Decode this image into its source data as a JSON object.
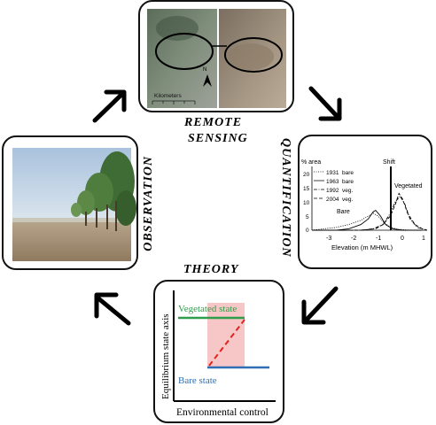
{
  "captions": {
    "remote_sensing_1": "REMOTE",
    "remote_sensing_2": "SENSING",
    "quantification": "QUANTIFICATION",
    "theory": "THEORY",
    "observation": "OBSERVATION"
  },
  "remote_sensing_panel": {
    "scale_label": "Kilometers",
    "north_label": "N"
  },
  "quantification_panel": {
    "y_unit_label": "% area",
    "y_ticks": [
      "20",
      "15",
      "10",
      "5",
      "0"
    ],
    "x_ticks": [
      "-3",
      "-2",
      "-1",
      "0",
      "1"
    ],
    "x_axis_label": "Elevation (m MHWL)",
    "shift_label": "Shift",
    "vegetated_label": "Vegetated",
    "bare_label": "Bare",
    "legend": [
      {
        "year": "1931",
        "state": "bare"
      },
      {
        "year": "1963",
        "state": "bare"
      },
      {
        "year": "1992",
        "state": "veg."
      },
      {
        "year": "2004",
        "state": "veg."
      }
    ]
  },
  "theory_panel": {
    "y_axis_label": "Equilibrium state axis",
    "x_axis_label": "Environmental control",
    "upper_state": "Vegetated state",
    "lower_state": "Bare state",
    "colors": {
      "upper": "#2e9e4a",
      "lower": "#2f6fb5",
      "unstable": "#e0241b",
      "bistable_band": "#f7c6c6"
    }
  },
  "chart_data": {
    "type": "line",
    "xlabel": "Elevation (m MHWL)",
    "ylabel": "% area",
    "xlim": [
      -3.5,
      1.2
    ],
    "ylim": [
      0,
      20
    ],
    "series": [
      {
        "name": "1931bare",
        "x": [
          -3.5,
          -3,
          -2.5,
          -2,
          -1.5,
          -1.2,
          -1.0,
          -0.8,
          -0.6,
          -0.3,
          0,
          0.5,
          1.0
        ],
        "y": [
          0,
          0.5,
          1,
          2,
          3.5,
          5,
          6,
          5,
          3,
          1,
          0.3,
          0,
          0
        ]
      },
      {
        "name": "1963bare",
        "x": [
          -3.5,
          -2.5,
          -2,
          -1.5,
          -1.2,
          -1.0,
          -0.9,
          -0.7,
          -0.5,
          -0.2,
          0.2,
          1.0
        ],
        "y": [
          0,
          0,
          0.5,
          2,
          4,
          6.5,
          7,
          5,
          2,
          0.5,
          0,
          0
        ]
      },
      {
        "name": "1992veg.",
        "x": [
          -3.5,
          -1.5,
          -1.0,
          -0.6,
          -0.3,
          -0.1,
          0.1,
          0.3,
          0.5,
          0.8,
          1.2
        ],
        "y": [
          0,
          0,
          0.5,
          2,
          6,
          10,
          12,
          9,
          4,
          1,
          0
        ]
      },
      {
        "name": "2004veg.",
        "x": [
          -3.5,
          -1.5,
          -0.9,
          -0.6,
          -0.3,
          -0.1,
          0.05,
          0.2,
          0.4,
          0.7,
          1.0,
          1.2
        ],
        "y": [
          0,
          0,
          0.5,
          2,
          5,
          9,
          13,
          11,
          6,
          2,
          0.5,
          0
        ]
      }
    ]
  }
}
